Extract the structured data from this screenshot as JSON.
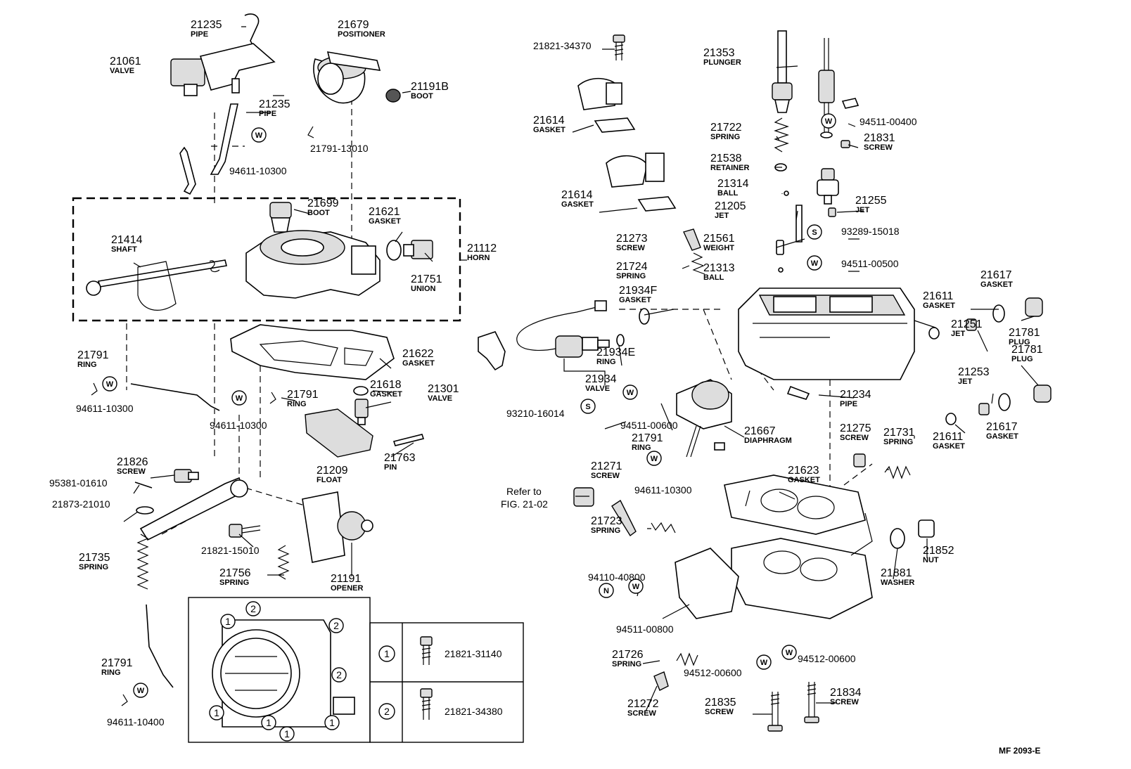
{
  "callouts": [
    {
      "num": "21235",
      "name": "PIPE"
    },
    {
      "num": "21679",
      "name": "POSITIONER"
    },
    {
      "num": "21061",
      "name": "VALVE"
    },
    {
      "num": "21191B",
      "name": "BOOT"
    },
    {
      "num": "21235",
      "name": "PIPE"
    },
    {
      "num": "21791-13010",
      "name": ""
    },
    {
      "num": "94611-10300",
      "name": ""
    },
    {
      "num": "21699",
      "name": "BOOT"
    },
    {
      "num": "21621",
      "name": "GASKET"
    },
    {
      "num": "21414",
      "name": "SHAFT"
    },
    {
      "num": "21112",
      "name": "HORN"
    },
    {
      "num": "21751",
      "name": "UNION"
    },
    {
      "num": "21622",
      "name": "GASKET"
    },
    {
      "num": "21791",
      "name": "RING"
    },
    {
      "num": "94611-10300",
      "name": ""
    },
    {
      "num": "21618",
      "name": "GASKET"
    },
    {
      "num": "21301",
      "name": "VALVE"
    },
    {
      "num": "21791",
      "name": "RING"
    },
    {
      "num": "94611-10300",
      "name": ""
    },
    {
      "num": "21763",
      "name": "PIN"
    },
    {
      "num": "21209",
      "name": "FLOAT"
    },
    {
      "num": "21826",
      "name": "SCREW"
    },
    {
      "num": "95381-01610",
      "name": ""
    },
    {
      "num": "21873-21010",
      "name": ""
    },
    {
      "num": "21821-15010",
      "name": ""
    },
    {
      "num": "21735",
      "name": "SPRING"
    },
    {
      "num": "21756",
      "name": "SPRING"
    },
    {
      "num": "21191",
      "name": "OPENER"
    },
    {
      "num": "21791",
      "name": "RING"
    },
    {
      "num": "94611-10400",
      "name": ""
    },
    {
      "num": "21821-34370",
      "name": ""
    },
    {
      "num": "21614",
      "name": "GASKET"
    },
    {
      "num": "21614",
      "name": "GASKET"
    },
    {
      "num": "21353",
      "name": "PLUNGER"
    },
    {
      "num": "21722",
      "name": "SPRING"
    },
    {
      "num": "94511-00400",
      "name": ""
    },
    {
      "num": "21831",
      "name": "SCREW"
    },
    {
      "num": "21538",
      "name": "RETAINER"
    },
    {
      "num": "21314",
      "name": "BALL"
    },
    {
      "num": "21255",
      "name": "JET"
    },
    {
      "num": "21205",
      "name": "JET"
    },
    {
      "num": "93289-15018",
      "name": ""
    },
    {
      "num": "21273",
      "name": "SCREW"
    },
    {
      "num": "21561",
      "name": "WEIGHT"
    },
    {
      "num": "21724",
      "name": "SPRING"
    },
    {
      "num": "21313",
      "name": "BALL"
    },
    {
      "num": "94511-00500",
      "name": ""
    },
    {
      "num": "21617",
      "name": "GASKET"
    },
    {
      "num": "21934F",
      "name": "GASKET"
    },
    {
      "num": "21611",
      "name": "GASKET"
    },
    {
      "num": "21781",
      "name": "PLUG"
    },
    {
      "num": "21251",
      "name": "JET"
    },
    {
      "num": "21781",
      "name": "PLUG"
    },
    {
      "num": "21934E",
      "name": "RING"
    },
    {
      "num": "21934",
      "name": "VALVE"
    },
    {
      "num": "21253",
      "name": "JET"
    },
    {
      "num": "21234",
      "name": "PIPE"
    },
    {
      "num": "93210-16014",
      "name": ""
    },
    {
      "num": "94511-00600",
      "name": ""
    },
    {
      "num": "21667",
      "name": "DIAPHRAGM"
    },
    {
      "num": "21275",
      "name": "SCREW"
    },
    {
      "num": "21731",
      "name": "SPRING"
    },
    {
      "num": "21611",
      "name": "GASKET"
    },
    {
      "num": "21617",
      "name": "GASKET"
    },
    {
      "num": "21791",
      "name": "RING"
    },
    {
      "num": "94611-10300",
      "name": ""
    },
    {
      "num": "21271",
      "name": "SCREW"
    },
    {
      "num": "21623",
      "name": "GASKET"
    },
    {
      "num": "21723",
      "name": "SPRING"
    },
    {
      "num": "21852",
      "name": "NUT"
    },
    {
      "num": "21881",
      "name": "WASHER"
    },
    {
      "num": "94110-40800",
      "name": ""
    },
    {
      "num": "94511-00800",
      "name": ""
    },
    {
      "num": "21726",
      "name": "SPRING"
    },
    {
      "num": "94512-00600",
      "name": ""
    },
    {
      "num": "94512-00600",
      "name": ""
    },
    {
      "num": "21272",
      "name": "SCREW"
    },
    {
      "num": "21835",
      "name": "SCREW"
    },
    {
      "num": "21834",
      "name": "SCREW"
    }
  ],
  "reference_note": [
    "Refer to",
    "FIG. 21-02"
  ],
  "symbols": {
    "washer": "W",
    "spring_washer": "S",
    "nut": "N"
  },
  "screw_table": {
    "rows": [
      {
        "key": "1",
        "part": "21821-31140"
      },
      {
        "key": "2",
        "part": "21821-34380"
      }
    ]
  },
  "detail_markers": [
    "1",
    "2",
    "2",
    "2",
    "1",
    "1",
    "1",
    "1"
  ],
  "figure_code": "MF 2093-E"
}
